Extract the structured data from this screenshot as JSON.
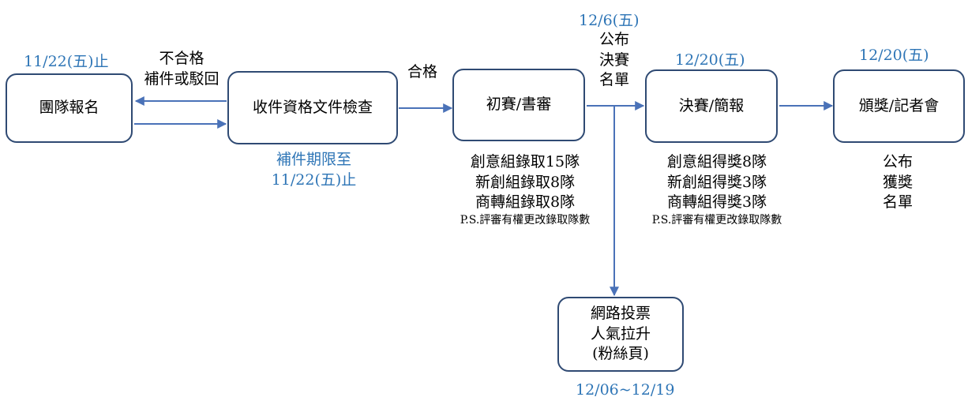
{
  "colors": {
    "box_border": "#2f4a73",
    "arrow": "#4a72b8",
    "date_text": "#2e75b6"
  },
  "boxes": {
    "register": "團隊報名",
    "doc_check": "收件資格文件檢查",
    "preliminary": "初賽/書審",
    "final": "決賽/簡報",
    "award": "頒獎/記者會",
    "vote": [
      "網路投票",
      "人氣拉升",
      "(粉絲頁)"
    ]
  },
  "labels": {
    "register_deadline": "11/22(五)止",
    "fail_label": [
      "不合格",
      "補件或駁回"
    ],
    "supplement_deadline": [
      "補件期限至",
      "11/22(五)止"
    ],
    "pass_label": "合格",
    "announce_date": "12/6(五)",
    "announce_label": [
      "公布",
      "決賽",
      "名單"
    ],
    "final_date": "12/20(五)",
    "award_date": "12/20(五)",
    "preliminary_quota": [
      "創意組錄取15隊",
      "新創組錄取8隊",
      "商轉組錄取8隊"
    ],
    "preliminary_note": "P.S.評審有權更改錄取隊數",
    "final_quota": [
      "創意組得獎8隊",
      "新創組得獎3隊",
      "商轉組得獎3隊"
    ],
    "final_note": "P.S.評審有權更改錄取隊數",
    "award_label": [
      "公布",
      "獲獎",
      "名單"
    ],
    "vote_period": "12/06~12/19"
  }
}
